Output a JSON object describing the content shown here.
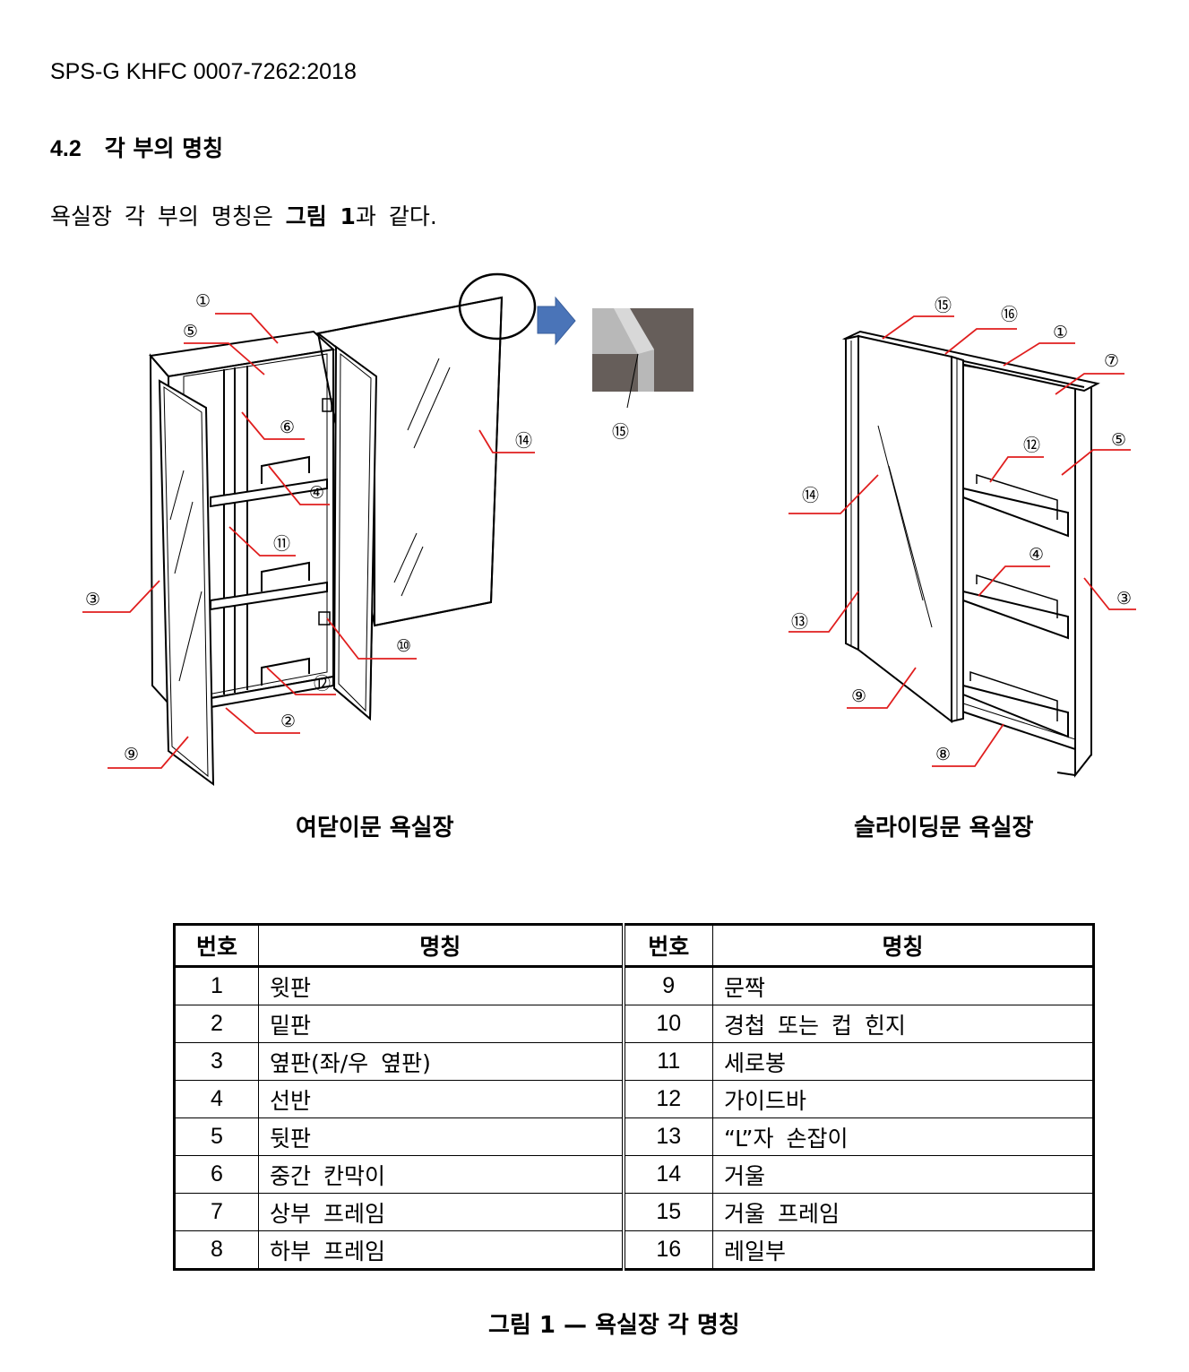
{
  "header": {
    "doc_code": "SPS-G KHFC 0007-7262:2018"
  },
  "section": {
    "number": "4.2",
    "title": "각 부의 명칭",
    "intro_pre": "욕실장 각 부의 명칭은 ",
    "intro_bold": "그림 1",
    "intro_post": "과 같다."
  },
  "figure": {
    "left_caption": "여닫이문 욕실장",
    "right_caption": "슬라이딩문 욕실장",
    "left_labels": [
      "①",
      "⑤",
      "⑥",
      "④",
      "⑪",
      "③",
      "⑩",
      "⑫",
      "②",
      "⑨",
      "⑭",
      "⑮"
    ],
    "right_labels": [
      "⑮",
      "⑯",
      "①",
      "⑦",
      "⑫",
      "⑤",
      "⑭",
      "④",
      "③",
      "⑬",
      "⑨",
      "⑧"
    ],
    "caption_prefix": "그림 1",
    "caption_dash": " — ",
    "caption_title": "욕실장 각 명칭"
  },
  "table": {
    "headers": [
      "번호",
      "명칭",
      "번호",
      "명칭"
    ],
    "rows": [
      [
        "1",
        "윗판",
        "9",
        "문짝"
      ],
      [
        "2",
        "밑판",
        "10",
        "경첩 또는 컵 힌지"
      ],
      [
        "3",
        "옆판(좌/우 옆판)",
        "11",
        "세로봉"
      ],
      [
        "4",
        "선반",
        "12",
        "가이드바"
      ],
      [
        "5",
        "뒷판",
        "13",
        "“L”자 손잡이"
      ],
      [
        "6",
        "중간 칸막이",
        "14",
        "거울"
      ],
      [
        "7",
        "상부 프레임",
        "15",
        "거울 프레임"
      ],
      [
        "8",
        "하부 프레임",
        "16",
        "레일부"
      ]
    ]
  },
  "colors": {
    "leader": "#e01e1e",
    "arrow": "#4a74b8"
  }
}
